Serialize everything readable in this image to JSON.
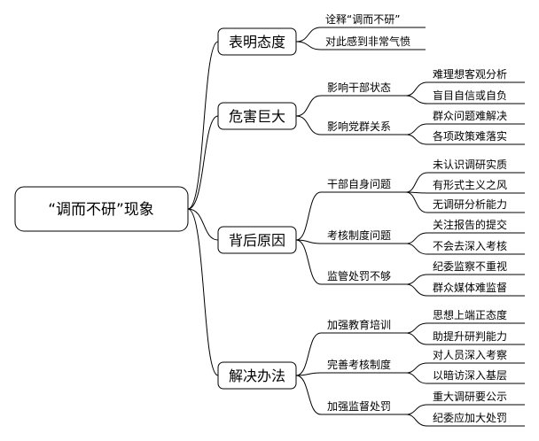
{
  "root": {
    "label": "“调而不研”现象"
  },
  "branches": [
    {
      "label": "表明态度",
      "children": [
        {
          "label": "诠释“调而不研”",
          "children": []
        },
        {
          "label": "对此感到非常气愤",
          "children": []
        }
      ]
    },
    {
      "label": "危害巨大",
      "children": [
        {
          "label": "影响干部状态",
          "children": [
            {
              "label": "难理想客观分析"
            },
            {
              "label": "盲目自信或自负"
            }
          ]
        },
        {
          "label": "影响党群关系",
          "children": [
            {
              "label": "群众问题难解决"
            },
            {
              "label": "各项政策难落实"
            }
          ]
        }
      ]
    },
    {
      "label": "背后原因",
      "children": [
        {
          "label": "干部自身问题",
          "children": [
            {
              "label": "未认识调研实质"
            },
            {
              "label": "有形式主义之风"
            },
            {
              "label": "无调研分析能力"
            }
          ]
        },
        {
          "label": "考核制度问题",
          "children": [
            {
              "label": "关注报告的提交"
            },
            {
              "label": "不会去深入考核"
            }
          ]
        },
        {
          "label": "监管处罚不够",
          "children": [
            {
              "label": "纪委监察不重视"
            },
            {
              "label": "群众媒体难监督"
            }
          ]
        }
      ]
    },
    {
      "label": "解决办法",
      "children": [
        {
          "label": "加强教育培训",
          "children": [
            {
              "label": "思想上端正态度"
            },
            {
              "label": "助提升研判能力"
            }
          ]
        },
        {
          "label": "完善考核制度",
          "children": [
            {
              "label": "对人员深入考察"
            },
            {
              "label": "以暗访深入基层"
            }
          ]
        },
        {
          "label": "加强监督处罚",
          "children": [
            {
              "label": "重大调研要公示"
            },
            {
              "label": "纪委应加大处罚"
            }
          ]
        }
      ]
    }
  ]
}
